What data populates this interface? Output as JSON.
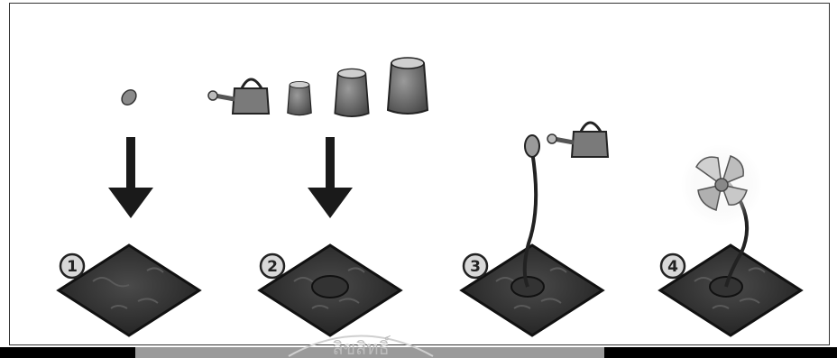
{
  "steps": [
    {
      "number": "1",
      "content": "seed"
    },
    {
      "number": "2",
      "content": "watering-can-and-fertilizer-bags"
    },
    {
      "number": "3",
      "content": "sprout-with-bud-and-watering-can"
    },
    {
      "number": "4",
      "content": "blooming-flower"
    }
  ],
  "watermark": {
    "text": "ลิขสิทธิ์"
  },
  "icons": {
    "seed": "seed-icon",
    "arrow": "down-arrow-icon",
    "can": "watering-can-icon",
    "bag": "fertilizer-bag-icon",
    "soil": "soil-plot-icon",
    "flower": "flower-icon"
  },
  "colors": {
    "soil": "#3a3a3a",
    "arrow": "#1a1a1a",
    "badge": "#d8d8d8"
  }
}
